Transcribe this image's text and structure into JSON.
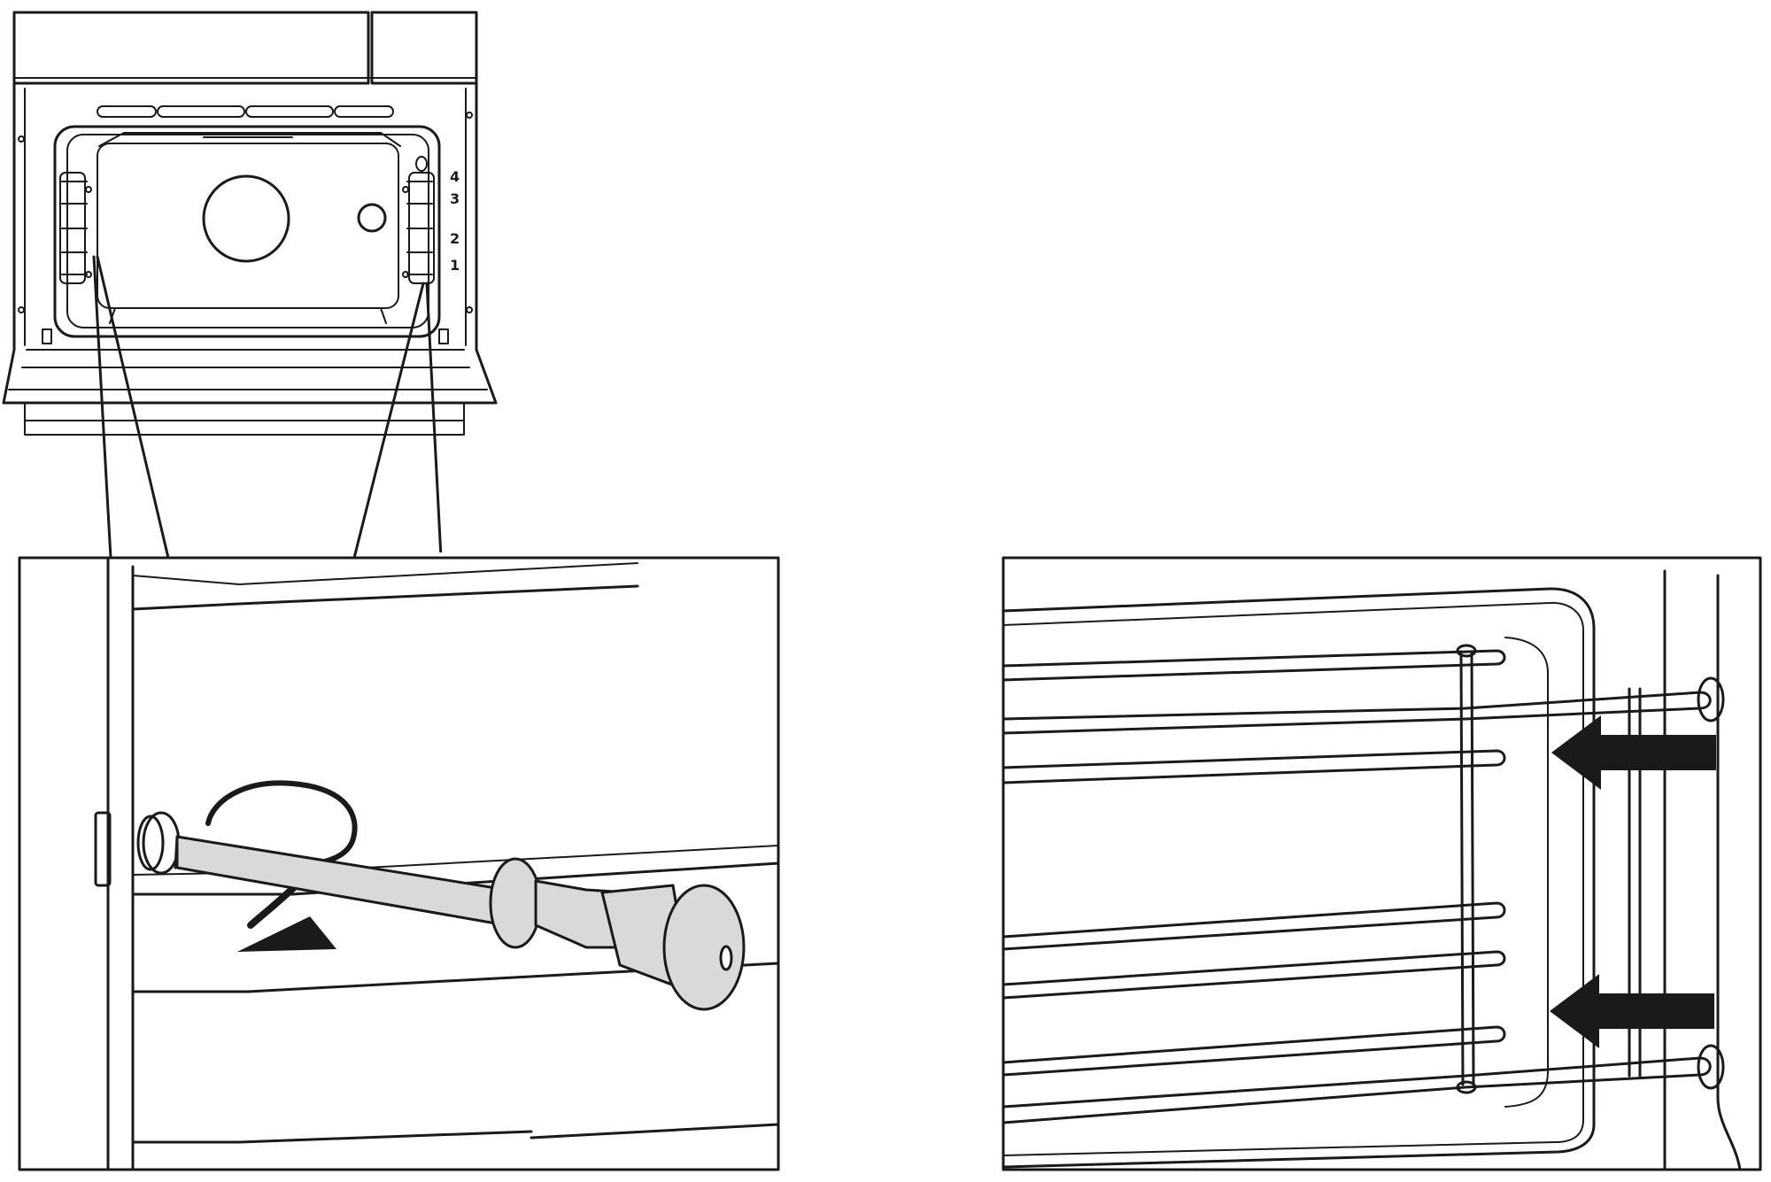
{
  "figure": {
    "shelf_level_labels": [
      "4",
      "3",
      "2",
      "1"
    ],
    "colors": {
      "line": "#1a1a1a",
      "background": "#ffffff",
      "tool_fill": "#d9d9d9",
      "arrow_fill": "#1a1a1a"
    },
    "icons": {
      "rotation": "curved-rotation-arrow-icon",
      "push": "push-arrow-icon",
      "tool": "screwdriver-icon"
    }
  }
}
